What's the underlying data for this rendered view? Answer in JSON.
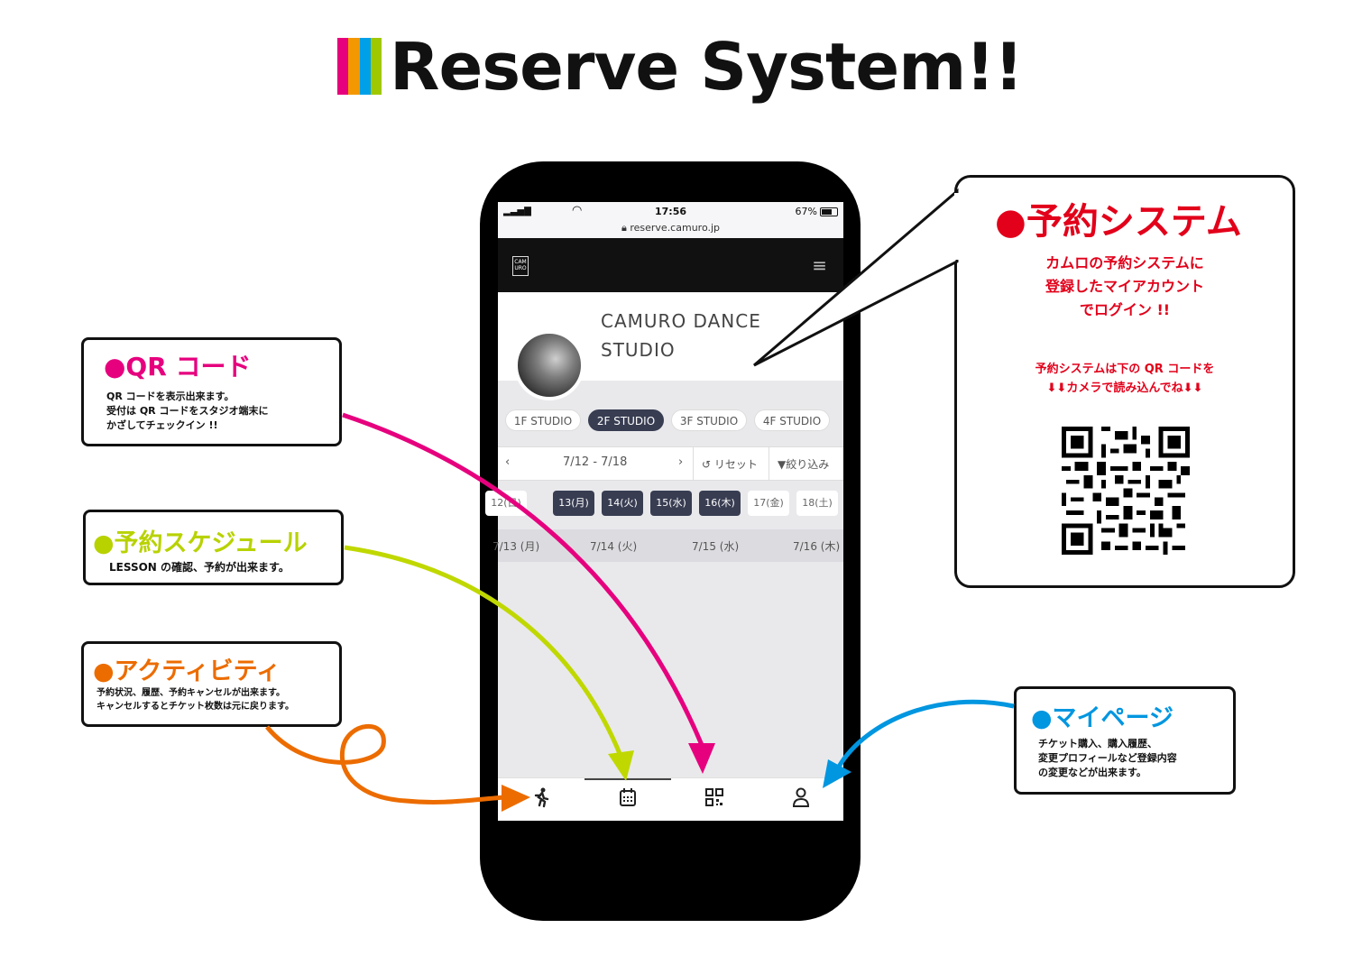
{
  "title": "Reserve System!!",
  "title_bar_colors": [
    "#e6007e",
    "#f39800",
    "#00a0e9",
    "#a0c800"
  ],
  "colors": {
    "qr": "#e6007e",
    "schedule": "#b8d200",
    "activity": "#ec6c00",
    "mypage": "#0096e0",
    "reserve": "#e2001a",
    "chip_active": "#383d52"
  },
  "phone": {
    "status": {
      "time": "17:56",
      "battery": "67%",
      "url": "reserve.camuro.jp"
    },
    "logo": "CAM URO",
    "menu_icon": "hamburger-icon",
    "studio_name_line1": "CAMURO DANCE",
    "studio_name_line2": "STUDIO",
    "studio_tabs": [
      "1F STUDIO",
      "2F STUDIO",
      "3F STUDIO",
      "4F STUDIO"
    ],
    "active_studio": "2F STUDIO",
    "week": {
      "prev": "‹",
      "range": "7/12 - 7/18",
      "next": "›",
      "reset": "リセット",
      "filter": "絞り込み"
    },
    "days": [
      "12(日)",
      "13(月)",
      "14(火)",
      "15(水)",
      "16(木)",
      "17(金)",
      "18(土)"
    ],
    "active_days": [
      "13(月)",
      "14(火)",
      "15(水)",
      "16(木)"
    ],
    "date_headers": [
      "7/13 (月)",
      "7/14 (火)",
      "7/15 (水)",
      "7/16 (木)"
    ],
    "tab_icons": [
      "running-icon",
      "calendar-icon",
      "qr-code-icon",
      "user-icon"
    ]
  },
  "callouts": {
    "qr": {
      "head": "●QR コード",
      "lines": [
        "QR コードを表示出来ます。",
        "受付は QR コードをスタジオ端末に",
        "かざしてチェックイン !!"
      ]
    },
    "schedule": {
      "head": "●予約スケジュール",
      "lines": [
        "LESSON の確認、予約が出来ます。"
      ]
    },
    "activity": {
      "head": "●アクティビティ",
      "lines": [
        "予約状況、履歴、予約キャンセルが出来ます。",
        "キャンセルするとチケット枚数は元に戻ります。"
      ]
    },
    "mypage": {
      "head": "●マイページ",
      "lines": [
        "チケット購入、購入履歴、",
        "変更プロフィールなど登録内容",
        "の変更などが出来ます。"
      ]
    },
    "reserve": {
      "head": "●予約システム",
      "lines": [
        "カムロの予約システムに",
        "登録したマイアカウント",
        "でログイン !!"
      ],
      "qr_lines": [
        "予約システムは下の QR コードを",
        "⬇⬇カメラで読み込んでね⬇⬇"
      ]
    }
  }
}
